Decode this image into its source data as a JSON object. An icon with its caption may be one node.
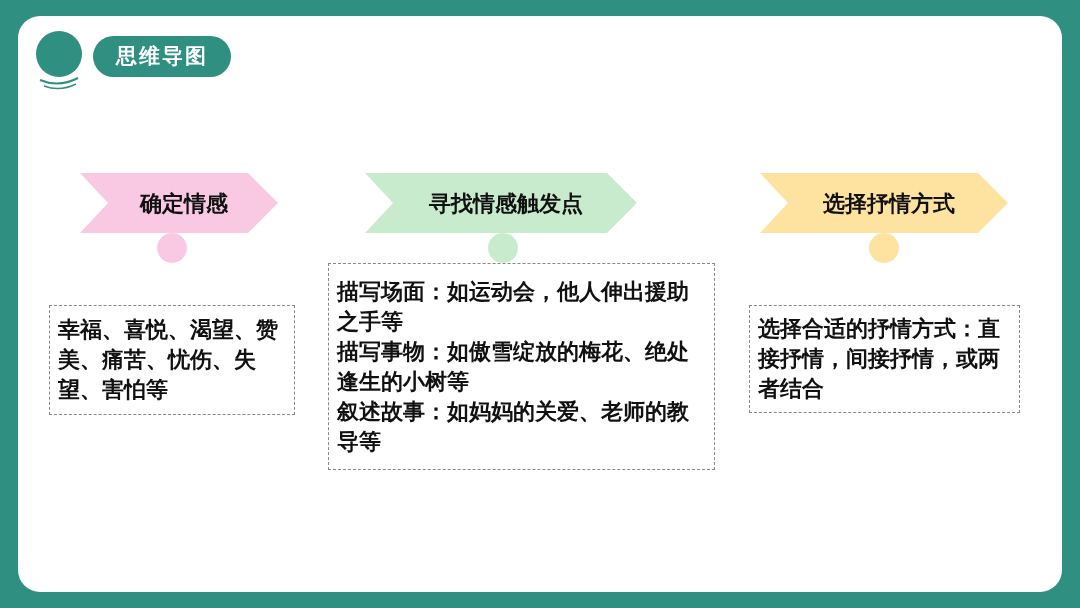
{
  "diagram": {
    "title": "思维导图",
    "nodes": [
      {
        "text": [
          "确定情感"
        ]
      },
      {
        "text": [
          "寻找情感触发点"
        ]
      },
      {
        "text": [
          "选择抒情方式"
        ]
      },
      {
        "text": [],
        "shape": "circle"
      },
      {
        "text": [],
        "shape": "circle"
      },
      {
        "text": [],
        "shape": "circle"
      },
      {
        "text": [
          "幸福、喜悦、渴望、赞美、痛苦、忧伤、失望、害怕等"
        ]
      },
      {
        "text": [
          "描写场面：如运动会，他人伸出援助之手等",
          "描写事物：如傲雪绽放的梅花、绝处逢生的小树等",
          "叙述故事：如妈妈的关爱、老师的教导等"
        ]
      },
      {
        "text": [
          "选择合适的抒情方式：直接抒情，间接抒情，或两者结合"
        ]
      }
    ],
    "edges": []
  }
}
